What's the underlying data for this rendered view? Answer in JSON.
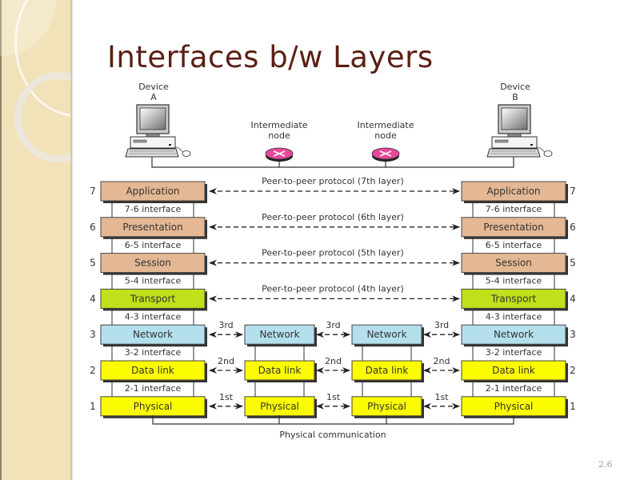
{
  "slide": {
    "title": "Interfaces b/w Layers",
    "slide_number": "2.6"
  },
  "devices": [
    {
      "label_line1": "Device",
      "label_line2": "A"
    },
    {
      "label_line1": "Device",
      "label_line2": "B"
    }
  ],
  "intermediate_nodes": [
    {
      "label_line1": "Intermediate",
      "label_line2": "node"
    },
    {
      "label_line1": "Intermediate",
      "label_line2": "node"
    }
  ],
  "layers": [
    {
      "number": "7",
      "name": "Application",
      "color": "#e4b894"
    },
    {
      "number": "6",
      "name": "Presentation",
      "color": "#e4b894"
    },
    {
      "number": "5",
      "name": "Session",
      "color": "#e4b894"
    },
    {
      "number": "4",
      "name": "Transport",
      "color": "#bfe01a"
    },
    {
      "number": "3",
      "name": "Network",
      "color": "#b4e0ee"
    },
    {
      "number": "2",
      "name": "Data link",
      "color": "#fcfc00"
    },
    {
      "number": "1",
      "name": "Physical",
      "color": "#fcfc00"
    }
  ],
  "interfaces": [
    "7-6 interface",
    "6-5 interface",
    "5-4 interface",
    "4-3 interface",
    "3-2 interface",
    "2-1 interface"
  ],
  "peer_protocols": [
    "Peer-to-peer protocol (7th layer)",
    "Peer-to-peer protocol (6th layer)",
    "Peer-to-peer protocol (5th layer)",
    "Peer-to-peer protocol (4th layer)"
  ],
  "hop_labels": {
    "network": "3rd",
    "data_link": "2nd",
    "physical": "1st"
  },
  "physical_communication": "Physical communication",
  "colors": {
    "title": "#5b1f14",
    "router": "#e8479a",
    "sidebar": "#f1e2b9"
  }
}
